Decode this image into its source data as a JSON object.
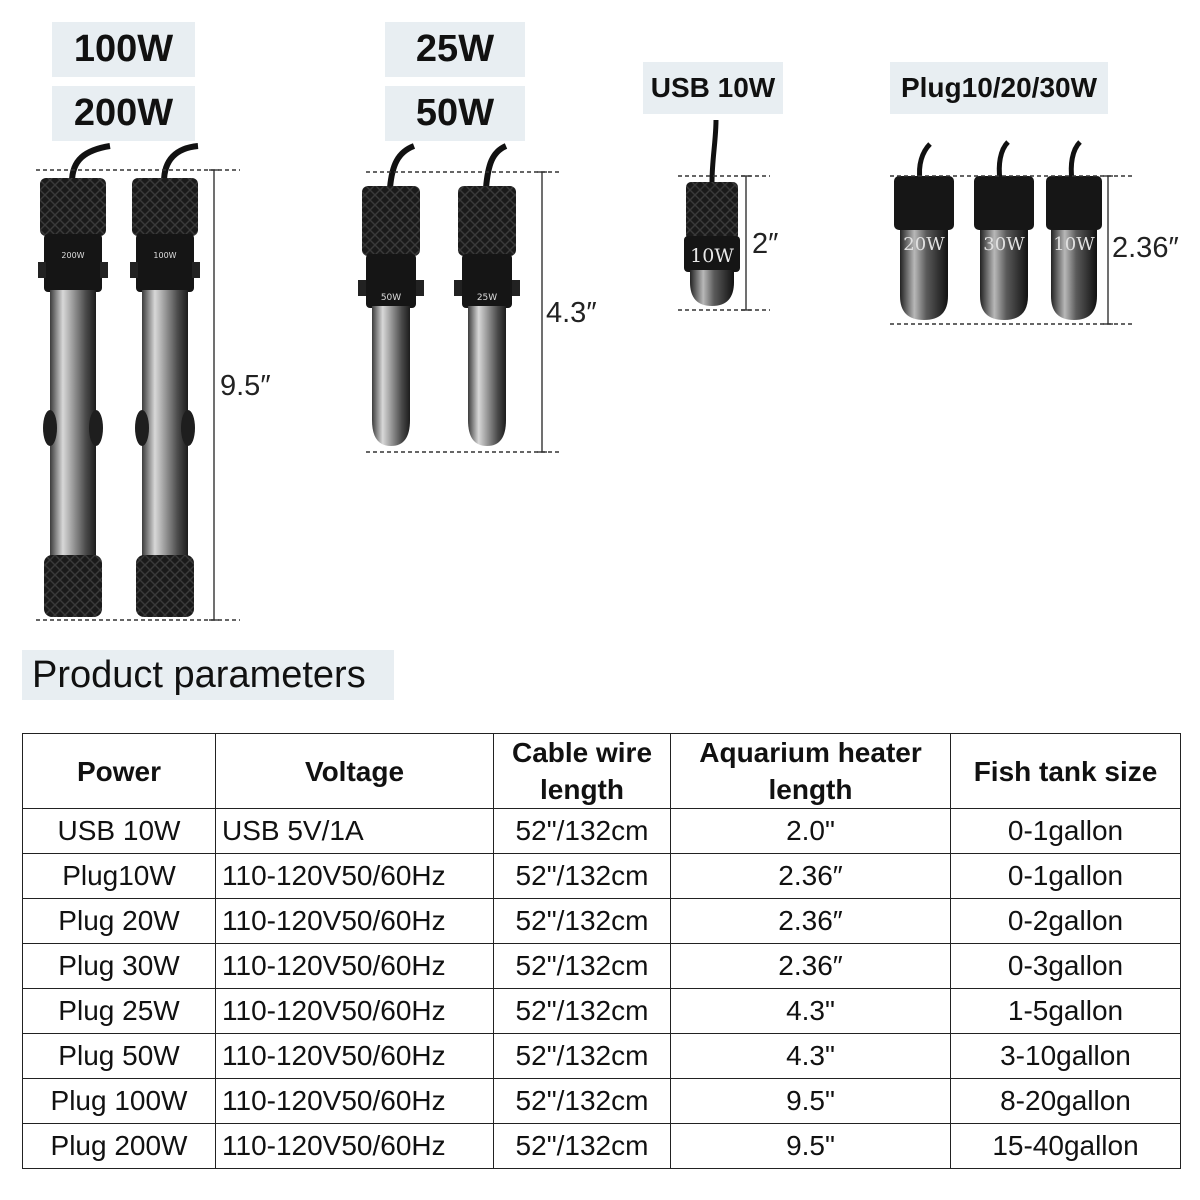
{
  "labels": {
    "group1_line1": "100W",
    "group1_line2": "200W",
    "group2_line1": "25W",
    "group2_line2": "50W",
    "group3": "USB 10W",
    "group4": "Plug10/20/30W"
  },
  "dimensions": {
    "d1": "9.5″",
    "d2": "4.3″",
    "d3": "2″",
    "d4": "2.36″"
  },
  "heater_marks": {
    "h200": "200W",
    "h100": "100W",
    "h50": "50W",
    "h25": "25W",
    "h10": "10W",
    "p20": "20W",
    "p30": "30W",
    "p10": "10W"
  },
  "section_title": "Product parameters",
  "table": {
    "headers": [
      "Power",
      "Voltage",
      "Cable wire length",
      "Aquarium heater length",
      "Fish tank size"
    ],
    "rows": [
      [
        "USB 10W",
        "USB 5V/1A",
        "52\"/132cm",
        "2.0\"",
        "0-1gallon"
      ],
      [
        "Plug10W",
        "110-120V50/60Hz",
        "52\"/132cm",
        "2.36″",
        "0-1gallon"
      ],
      [
        "Plug 20W",
        "110-120V50/60Hz",
        "52\"/132cm",
        "2.36″",
        "0-2gallon"
      ],
      [
        "Plug 30W",
        "110-120V50/60Hz",
        "52\"/132cm",
        "2.36″",
        "0-3gallon"
      ],
      [
        "Plug 25W",
        "110-120V50/60Hz",
        "52\"/132cm",
        "4.3\"",
        "1-5gallon"
      ],
      [
        "Plug 50W",
        "110-120V50/60Hz",
        "52\"/132cm",
        "4.3\"",
        "3-10gallon"
      ],
      [
        "Plug 100W",
        "110-120V50/60Hz",
        "52\"/132cm",
        "9.5\"",
        "8-20gallon"
      ],
      [
        "Plug 200W",
        "110-120V50/60Hz",
        "52\"/132cm",
        "9.5\"",
        "15-40gallon"
      ]
    ]
  }
}
